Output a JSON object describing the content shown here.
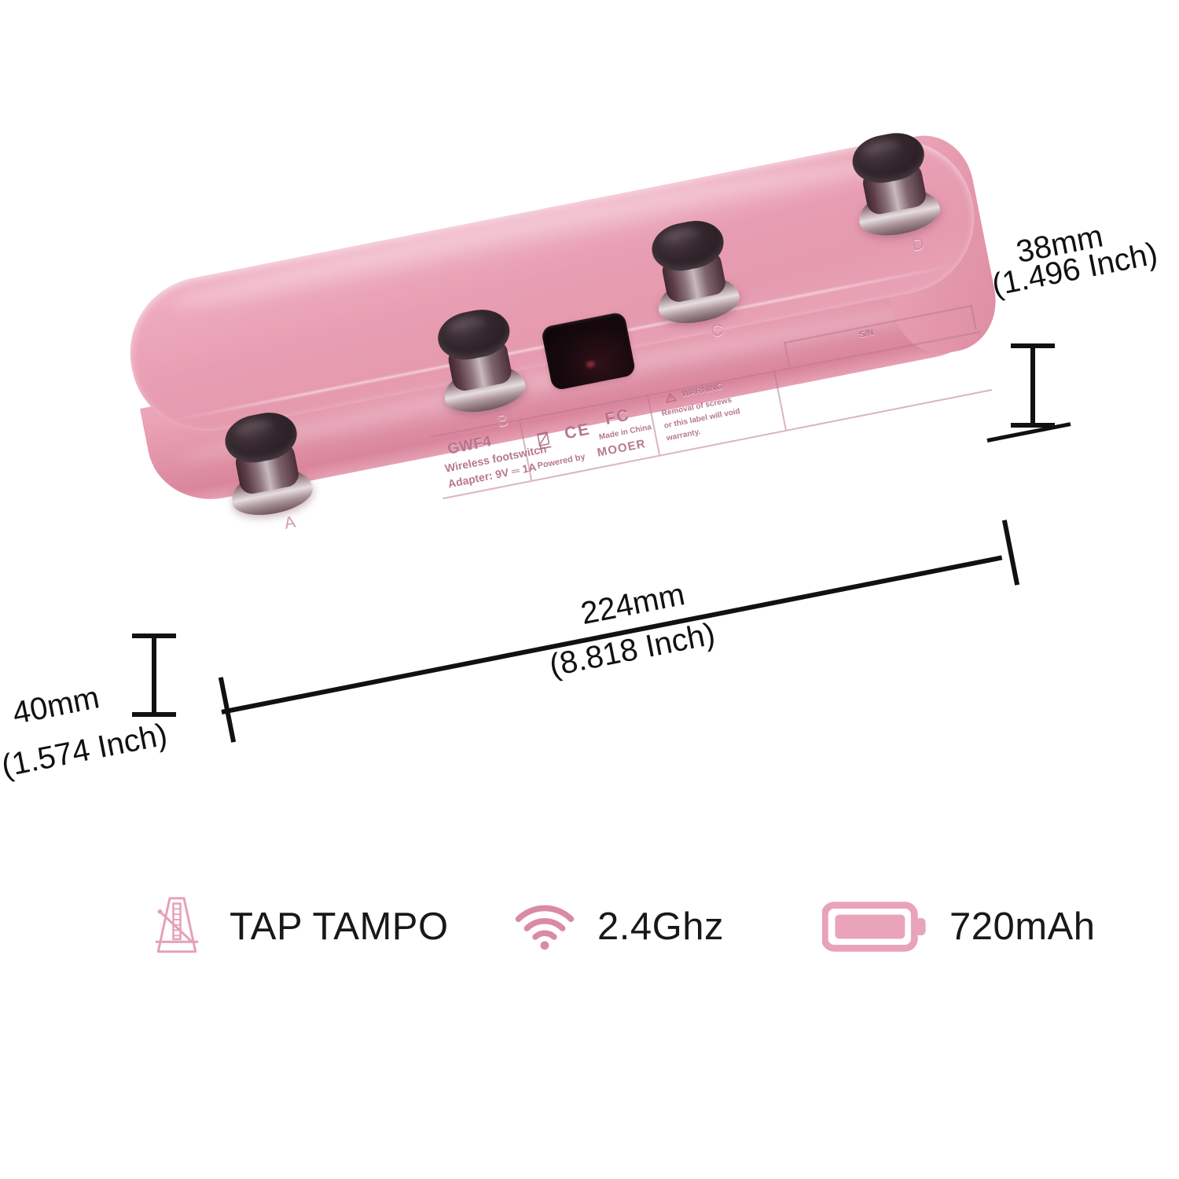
{
  "product": {
    "model": "GWF4",
    "type_line": "Wireless footswitch",
    "adapter_line": "Adapter: 9V ═ 1A",
    "powered_by_prefix": "Powered by",
    "brand": "MOOER",
    "ce_mark": "CE",
    "fcc_mark": "FC",
    "made_in": "Made in China",
    "warning_title": "WARNING",
    "warning_body_1": "Removal of screws",
    "warning_body_2": "or this label will void",
    "warning_body_3": "warranty.",
    "serial_label": "S/N",
    "body_color": "#e89eb2",
    "footswitches": [
      {
        "letter": "A"
      },
      {
        "letter": "B"
      },
      {
        "letter": "C"
      },
      {
        "letter": "D"
      }
    ]
  },
  "dimensions": {
    "length": {
      "metric": "224mm",
      "imperial": "(8.818 Inch)"
    },
    "height": {
      "metric": "38mm",
      "imperial": "(1.496 Inch)"
    },
    "depth": {
      "metric": "40mm",
      "imperial": "(1.574 Inch)"
    }
  },
  "features": [
    {
      "icon": "metronome-icon",
      "label": "TAP TAMPO"
    },
    {
      "icon": "wifi-icon",
      "label": "2.4Ghz"
    },
    {
      "icon": "battery-icon",
      "label": "720mAh"
    }
  ],
  "theme": {
    "accent_pink": "#e39bb0",
    "icon_pink": "#e9a3b8",
    "text_black": "#16181a"
  }
}
